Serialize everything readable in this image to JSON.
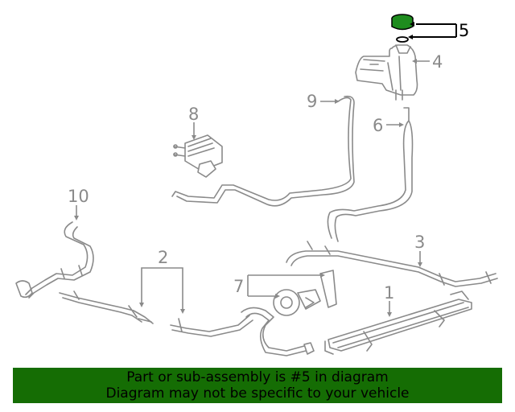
{
  "callouts": [
    {
      "id": "1",
      "label": "1"
    },
    {
      "id": "2",
      "label": "2"
    },
    {
      "id": "3",
      "label": "3"
    },
    {
      "id": "4",
      "label": "4"
    },
    {
      "id": "5",
      "label": "5"
    },
    {
      "id": "6",
      "label": "6"
    },
    {
      "id": "7",
      "label": "7"
    },
    {
      "id": "8",
      "label": "8"
    },
    {
      "id": "9",
      "label": "9"
    },
    {
      "id": "10",
      "label": "10"
    }
  ],
  "highlighted_part": "5",
  "colors": {
    "banner": "#156D04",
    "highlight_fill": "#1E8C1E",
    "line": "#8A8A8A"
  },
  "banner": {
    "line1": "Part or sub-assembly is #5 in diagram",
    "line2": "Diagram may not be specific to your vehicle"
  }
}
